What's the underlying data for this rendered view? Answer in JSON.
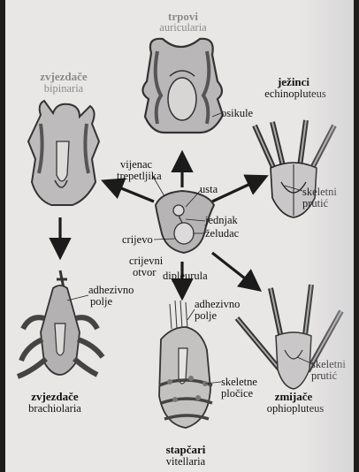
{
  "groups": {
    "trpovi": {
      "name": "trpovi",
      "larva": "auricularia"
    },
    "zvjezdace_top": {
      "name": "zvjezdače",
      "larva": "bipinaria"
    },
    "jezinci": {
      "name": "ježinci",
      "larva": "echinopluteus"
    },
    "zvjezdace_bottom": {
      "name": "zvjezdače",
      "larva": "brachiolaria"
    },
    "stapcari": {
      "name": "stapčari",
      "larva": "vitellaria"
    },
    "zmijace": {
      "name": "zmijače",
      "larva": "ophiopluteus"
    }
  },
  "labels": {
    "osikule": "osikule",
    "vijenac_1": "vijenac",
    "vijenac_2": "trepetljika",
    "usta": "usta",
    "jednjak": "jednjak",
    "zeludac": "želudac",
    "crijevo": "crijevo",
    "crijevni_1": "crijevni",
    "crijevni_2": "otvor",
    "dipleurula": "dipleurula",
    "skeletni_top_1": "skeletni",
    "skeletni_top_2": "prutić",
    "adhezivno_left_1": "adhezivno",
    "adhezivno_left_2": "polje",
    "adhezivno_center_1": "adhezivno",
    "adhezivno_center_2": "polje",
    "skeletne_1": "skeletne",
    "skeletne_2": "pločice",
    "skeletni_bottom_1": "skeletni",
    "skeletni_bottom_2": "prutić"
  }
}
